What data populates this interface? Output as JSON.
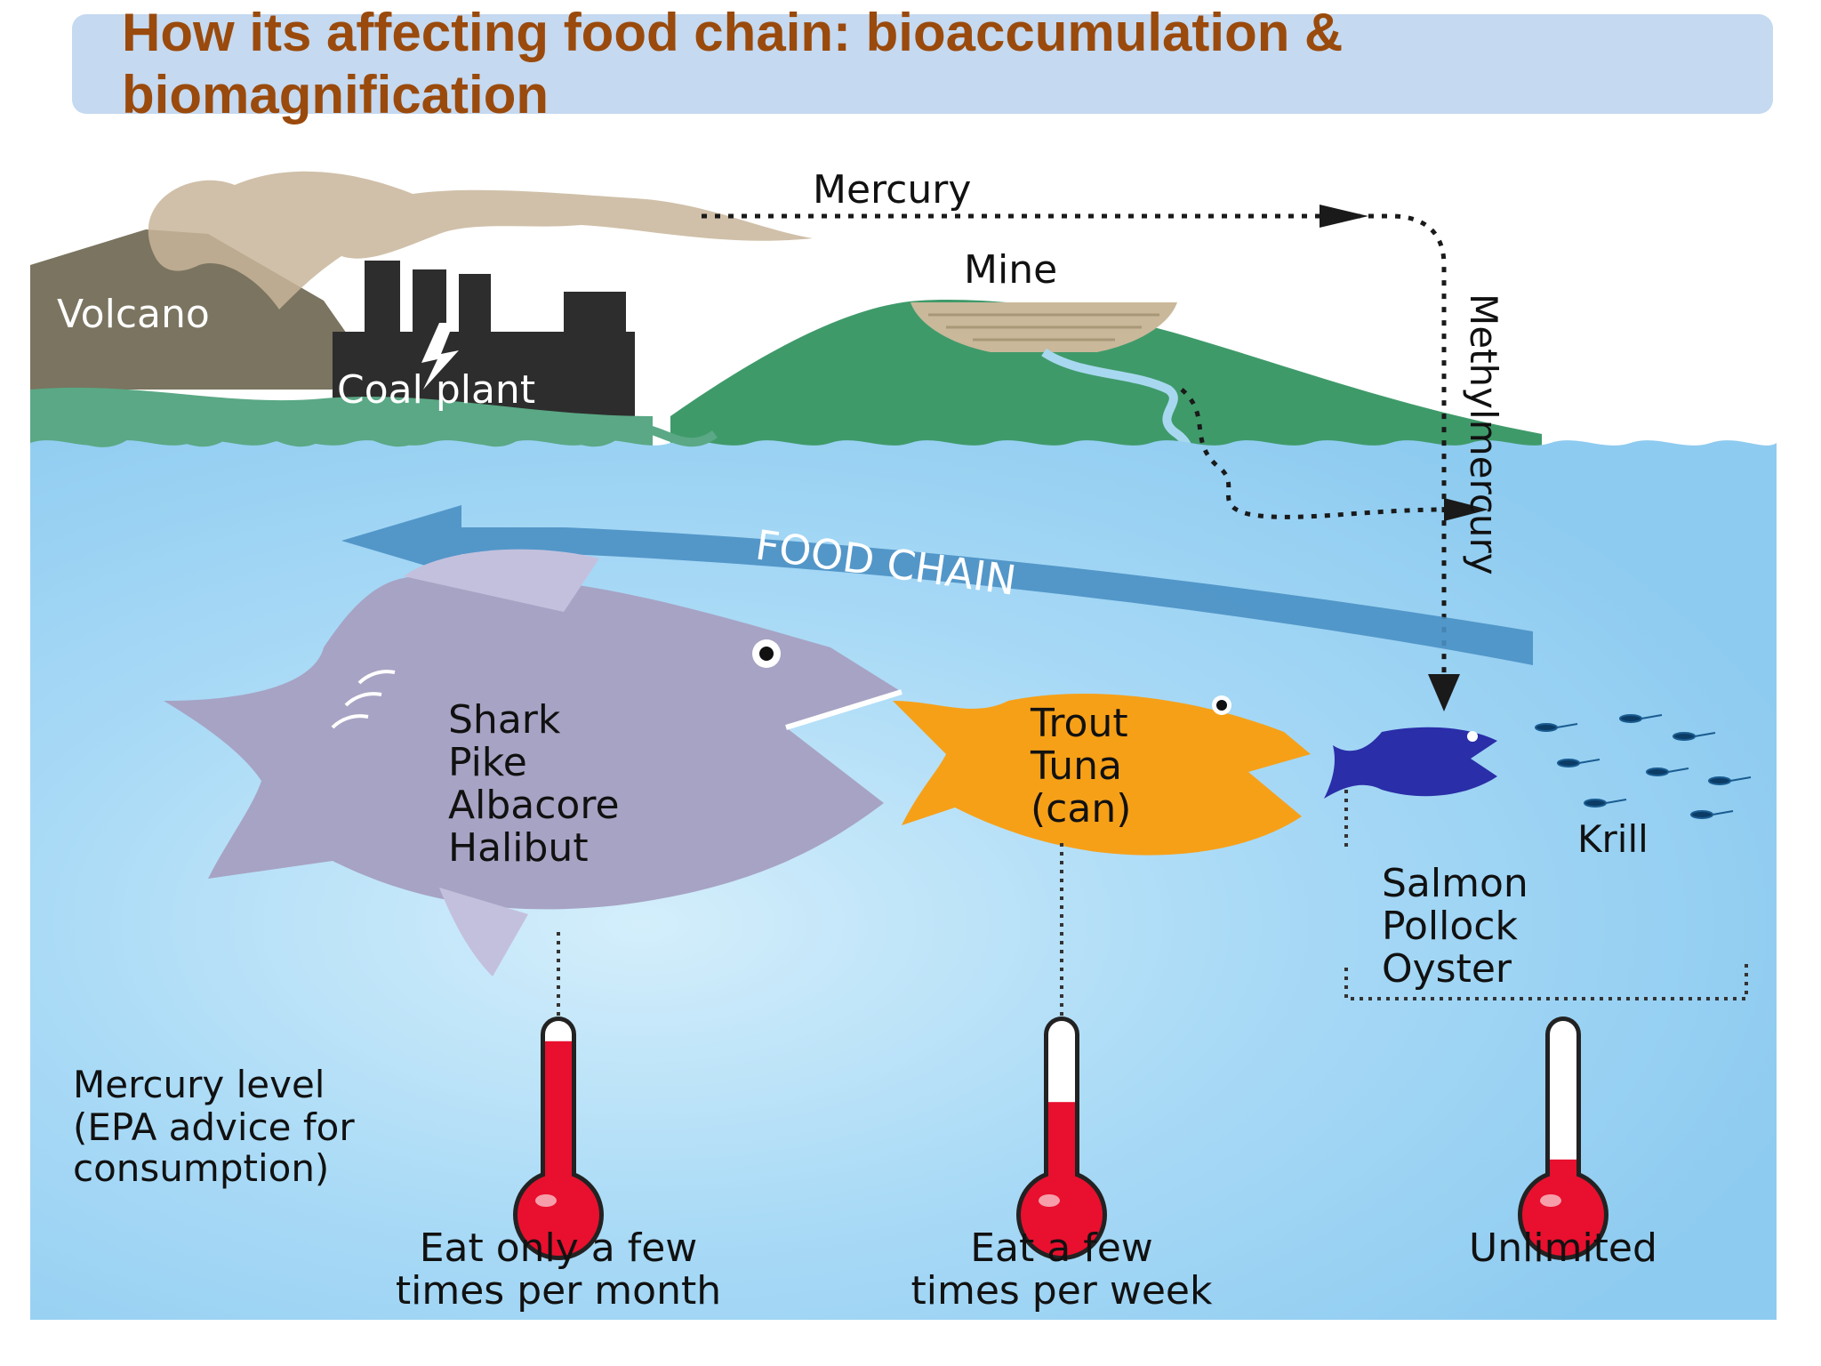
{
  "title": "How its affecting food chain: bioaccumulation & biomagnification",
  "labels": {
    "volcano": "Volcano",
    "coal_plant": "Coal plant",
    "mine": "Mine",
    "mercury": "Mercury",
    "methylmercury": "Methylmercury",
    "food_chain": "FOOD CHAIN",
    "krill": "Krill"
  },
  "fish_groups": [
    {
      "species": [
        "Shark",
        "Pike",
        "Albacore",
        "Halibut"
      ],
      "advice": [
        "Eat only a few",
        "times per month"
      ],
      "mercury_level": 0.88
    },
    {
      "species": [
        "Trout",
        "Tuna",
        "(can)"
      ],
      "advice": [
        "Eat a few",
        "times per week"
      ],
      "mercury_level": 0.52
    },
    {
      "species": [
        "Salmon",
        "Pollock",
        "Oyster"
      ],
      "advice": [
        "Unlimited"
      ],
      "mercury_level": 0.18
    }
  ],
  "legend": [
    "Mercury level",
    "(EPA advice for",
    "consumption)"
  ],
  "colors": {
    "title": "#9a4a0c",
    "title_bar": "#c5d9f0",
    "water": "#8ecbf0",
    "mercury_fill": "#e8102e",
    "food_chain_arrow": "#4a90c4"
  }
}
